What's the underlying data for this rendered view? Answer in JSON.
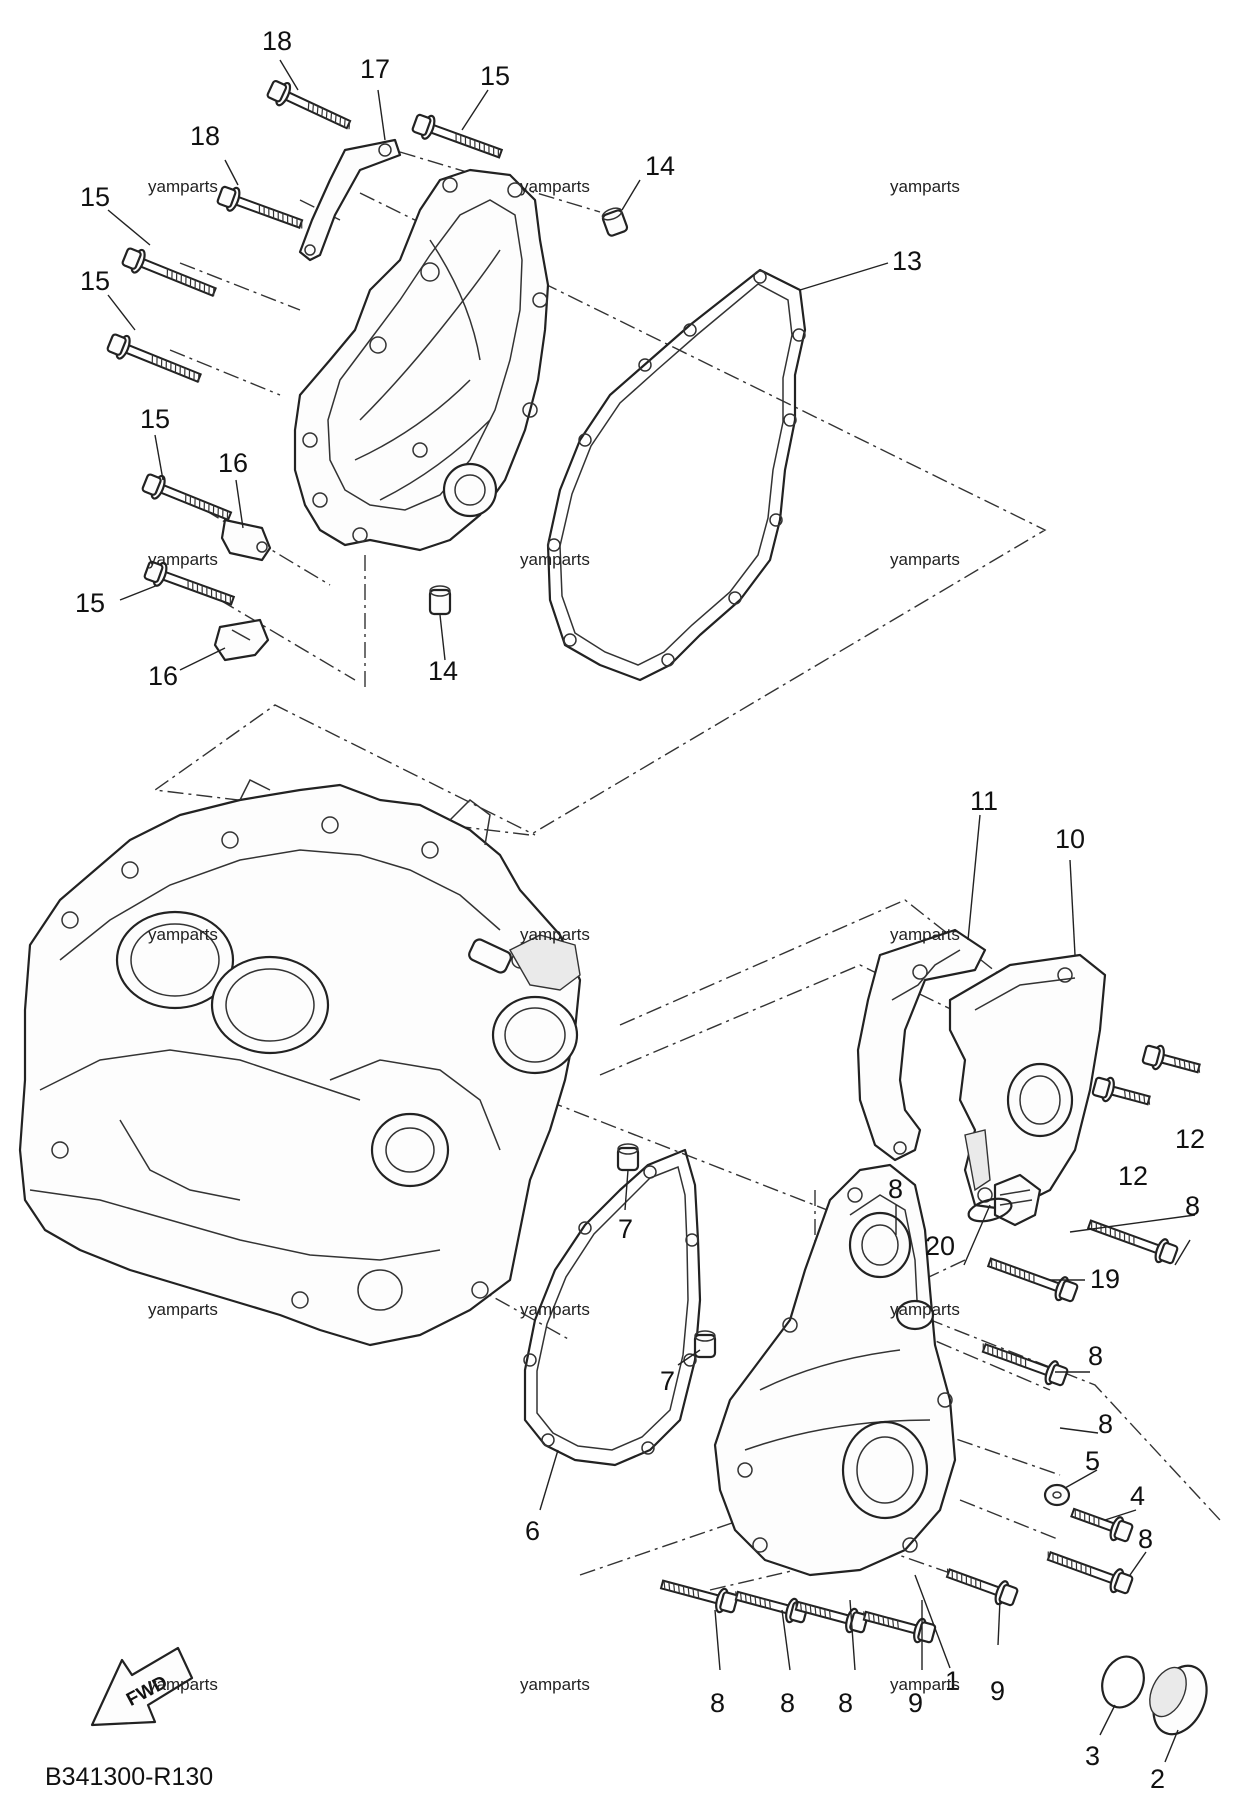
{
  "diagram": {
    "drawing_code": "B341300-R130",
    "watermark": "yamparts",
    "fwd_label": "FWD",
    "callouts": [
      "1",
      "2",
      "3",
      "4",
      "5",
      "6",
      "7",
      "8",
      "9",
      "10",
      "11",
      "12",
      "13",
      "14",
      "15",
      "16",
      "17",
      "18",
      "19",
      "20"
    ]
  }
}
